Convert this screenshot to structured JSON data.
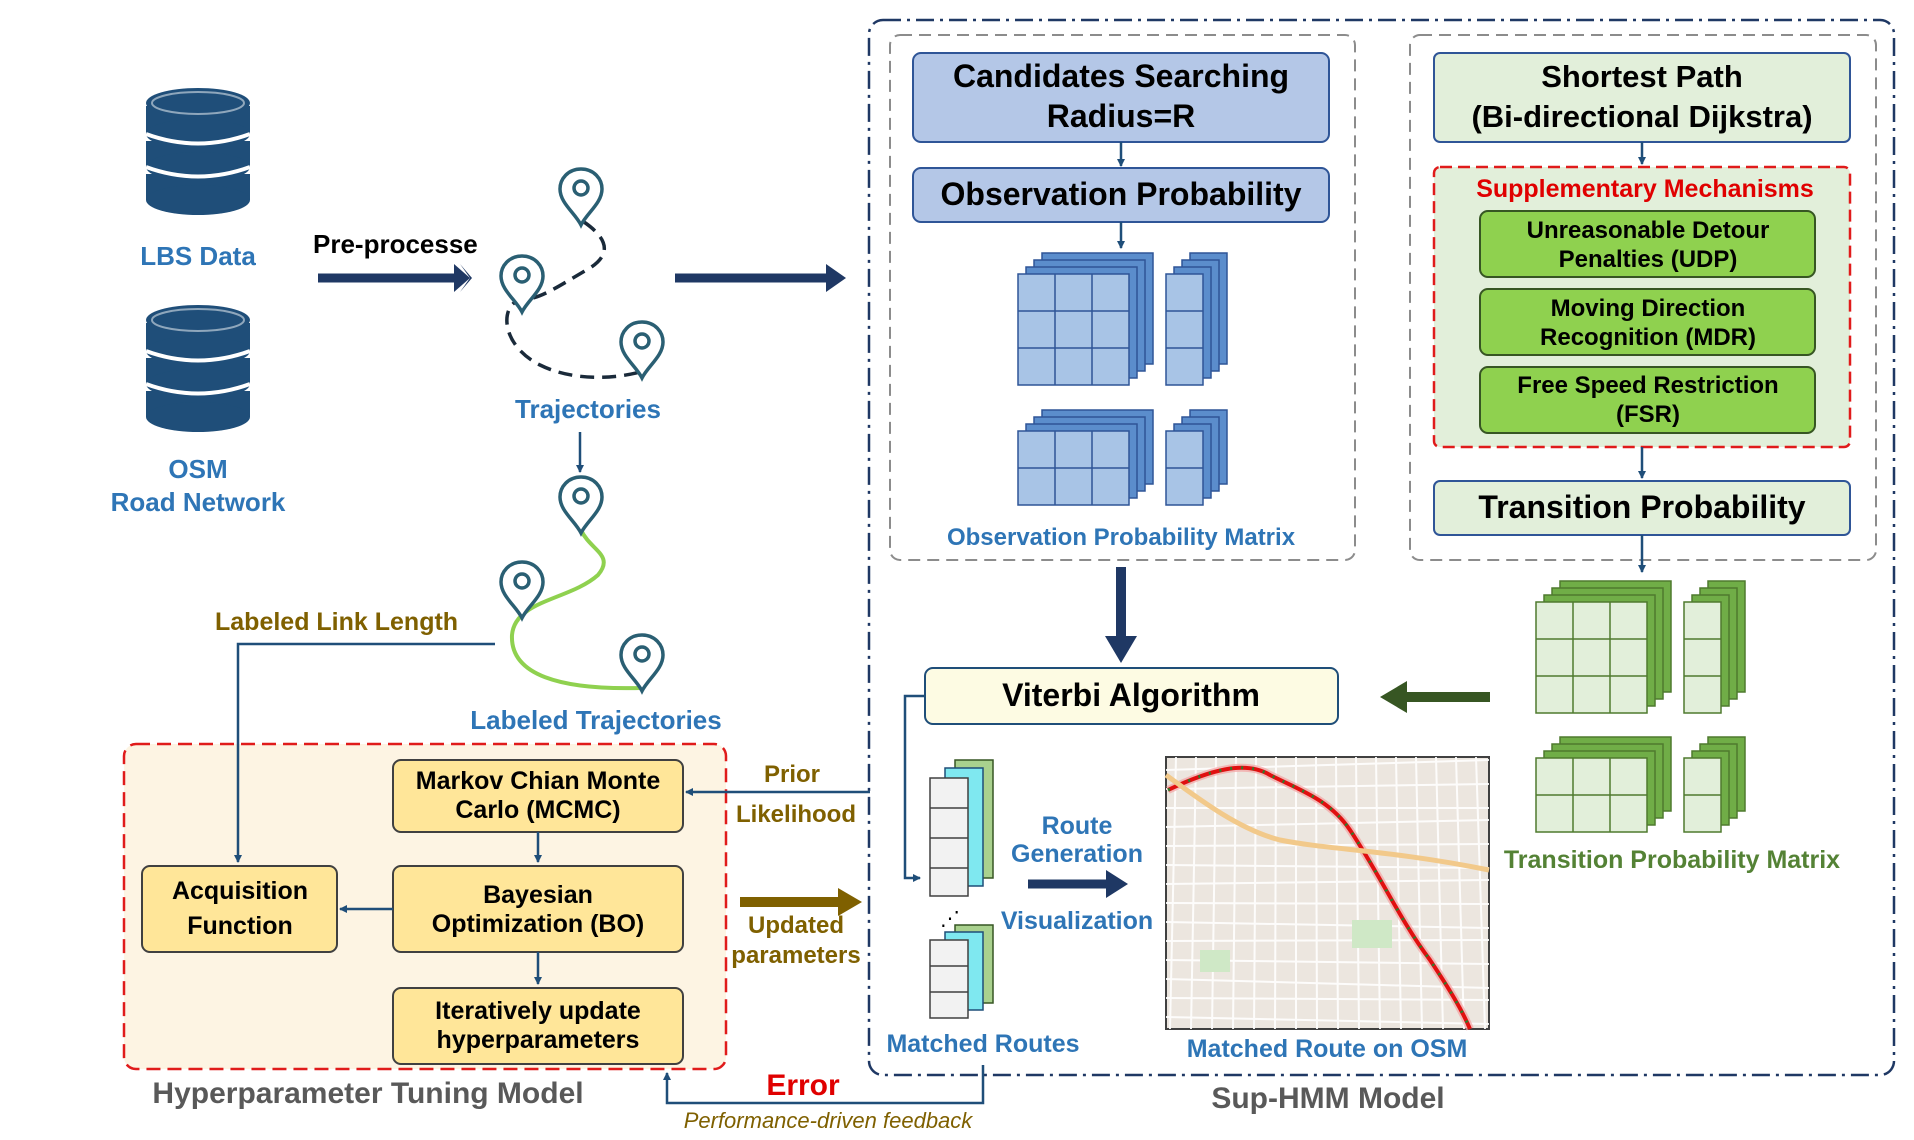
{
  "inputs": {
    "lbs_data": "LBS Data",
    "osm_line1": "OSM",
    "osm_line2": "Road Network",
    "preprocess": "Pre-processe"
  },
  "trajectories": {
    "label": "Trajectories",
    "labeled_label": "Labeled Trajectories",
    "link_length": "Labeled Link Length"
  },
  "sup_hmm": {
    "title": "Sup-HMM Model",
    "candidates_line1": "Candidates Searching",
    "candidates_line2": "Radius=R",
    "observation_probability": "Observation Probability",
    "observation_matrix": "Observation Probability Matrix",
    "shortest_path_line1": "Shortest Path",
    "shortest_path_line2": "(Bi-directional Dijkstra)",
    "supplementary_title": "Supplementary Mechanisms",
    "udp_line1": "Unreasonable Detour",
    "udp_line2": "Penalties (UDP)",
    "mdr_line1": "Moving Direction",
    "mdr_line2": "Recognition (MDR)",
    "fsr_line1": "Free Speed Restriction",
    "fsr_line2": "(FSR)",
    "transition_probability": "Transition Probability",
    "transition_matrix": "Transition Probability Matrix",
    "viterbi": "Viterbi Algorithm",
    "route_gen_line1": "Route",
    "route_gen_line2": "Generation",
    "visualization": "Visualization",
    "matched_routes": "Matched Routes",
    "matched_route_osm": "Matched Route on OSM"
  },
  "tuning": {
    "title": "Hyperparameter Tuning Model",
    "mcmc_line1": "Markov Chian Monte",
    "mcmc_line2": "Carlo (MCMC)",
    "bo_line1": "Bayesian",
    "bo_line2": "Optimization (BO)",
    "acq_line1": "Acquisition",
    "acq_line2": "Function",
    "iter_line1": "Iteratively update",
    "iter_line2": "hyperparameters",
    "prior": "Prior",
    "likelihood": "Likelihood",
    "updated_line1": "Updated",
    "updated_line2": "parameters",
    "error": "Error",
    "feedback": "Performance-driven feedback"
  },
  "colors": {
    "navy": "#1f3864",
    "label_blue": "#2e75b6",
    "olive": "#7f6000",
    "green_text": "#548235",
    "red": "#e00000",
    "box_blue": "#b4c7e7",
    "box_green_light": "#e2efda",
    "box_green": "#8fd14f",
    "box_yellow": "#ffe699",
    "viterbi_fill": "#fdfbe3"
  }
}
